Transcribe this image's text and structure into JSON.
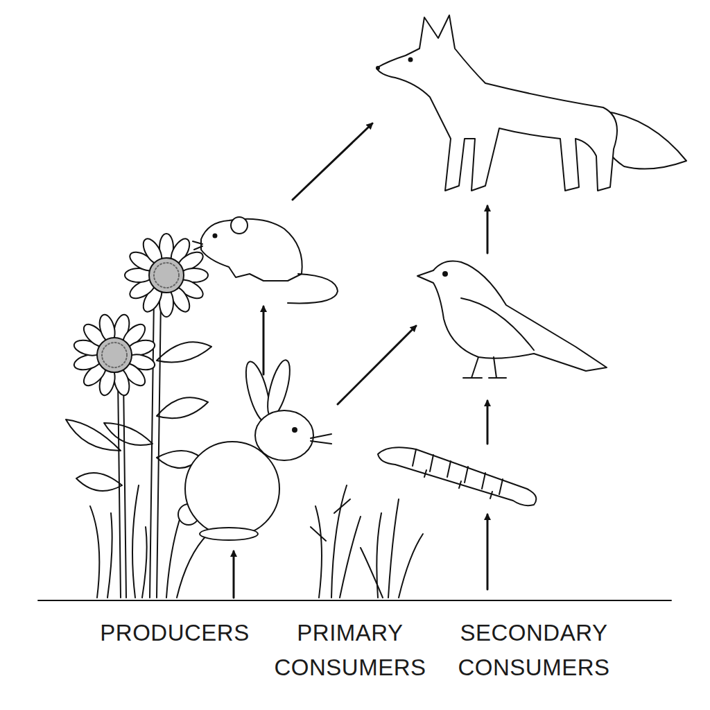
{
  "diagram": {
    "labels": [
      "PRODUCERS",
      "PRIMARY CONSUMERS",
      "SECONDARY CONSUMERS"
    ]
  }
}
